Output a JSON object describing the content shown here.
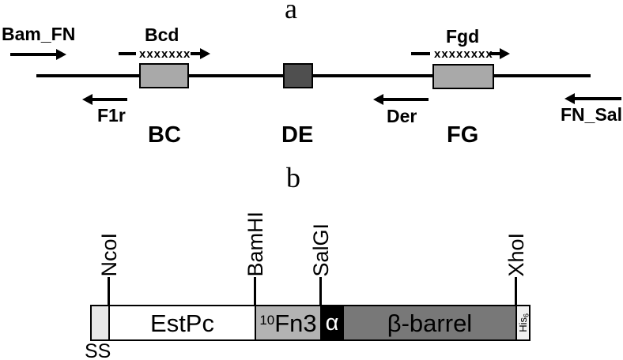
{
  "panel_a": {
    "label": "a",
    "primers": {
      "bam_fn": "Bam_FN",
      "f1r": "F1r",
      "bcd": "Bcd",
      "bcd_anneal": "xxxxxxx",
      "der": "Der",
      "fgd": "Fgd",
      "fgd_anneal": "xxxxxxxx",
      "fn_sal": "FN_Sal"
    },
    "loops": {
      "bc": "BC",
      "de": "DE",
      "fg": "FG"
    },
    "colors": {
      "loop_box_light": "#a9a9a9",
      "loop_box_dark": "#4f4f4f",
      "line": "#000000"
    }
  },
  "panel_b": {
    "label": "b",
    "restriction_sites": [
      "NcoI",
      "BamHI",
      "SalGI",
      "XhoI"
    ],
    "segments": {
      "ss": "SS",
      "estpc": "EstPc",
      "fn3_sup": "10",
      "fn3": "Fn3",
      "alpha": "α",
      "beta_barrel": "β-barrel",
      "his": "His",
      "his_sub": "6"
    },
    "colors": {
      "ss": "#e8e8e8",
      "estpc": "#ffffff",
      "fn3": "#b3b3b3",
      "alpha": "#000000",
      "beta_barrel": "#787878",
      "his": "#f0f0f0"
    }
  }
}
